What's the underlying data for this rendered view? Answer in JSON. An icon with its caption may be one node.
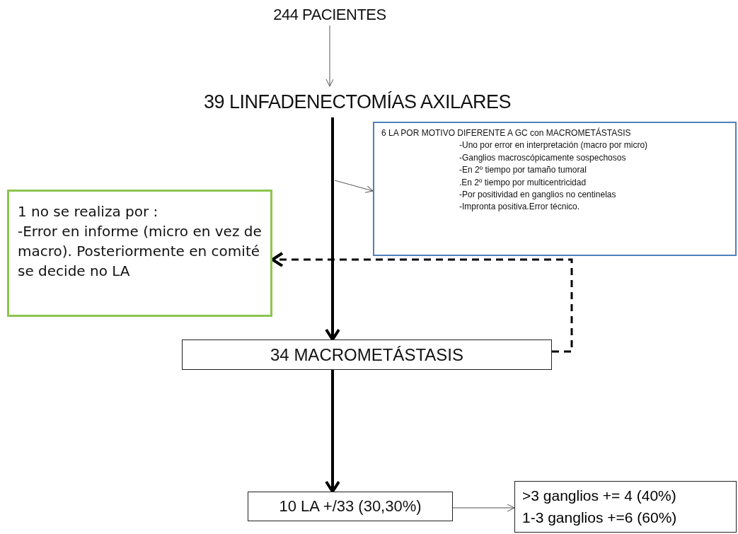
{
  "diagram": {
    "nodes": [
      {
        "text": [
          "244 PACIENTES"
        ]
      },
      {
        "text": [
          "39 LINFADENECTOMÍAS AXILARES"
        ]
      },
      {
        "text": [
          "6 LA POR MOTIVO DIFERENTE A GC  con MACROMETÁSTASIS",
          "-Uno por error en interpretación (macro por micro)",
          "-Ganglios macroscópicamente sospechosos",
          "-En 2º tiempo por tamaño tumoral",
          ".En 2º tiempo por multicentricidad",
          "-Por positividad en ganglios no centinelas",
          "-Impronta positiva.Error técnico."
        ]
      },
      {
        "text": [
          "1 no se realiza por :",
          "-Error en informe (micro en vez de macro). Posteriormente en comité se decide no LA"
        ]
      },
      {
        "text": [
          "34 MACROMETÁSTASIS"
        ]
      },
      {
        "text": [
          "10 LA +/33 (30,30%)"
        ]
      },
      {
        "text": [
          ">3 ganglios += 4 (40%)",
          "1-3 ganglios +=6 (60%)"
        ]
      }
    ],
    "edges": [
      {
        "from": 0,
        "to": 1,
        "arrow": "to"
      },
      {
        "from": 1,
        "to": 4,
        "arrow": "to",
        "style": "thick"
      },
      {
        "from": null,
        "to": 2,
        "arrow": "to"
      },
      {
        "from": 4,
        "to": 3,
        "arrow": "to",
        "style": "dashed"
      },
      {
        "from": 4,
        "to": 5,
        "arrow": "to",
        "style": "thick"
      },
      {
        "from": 5,
        "to": 6,
        "arrow": "to"
      }
    ]
  }
}
